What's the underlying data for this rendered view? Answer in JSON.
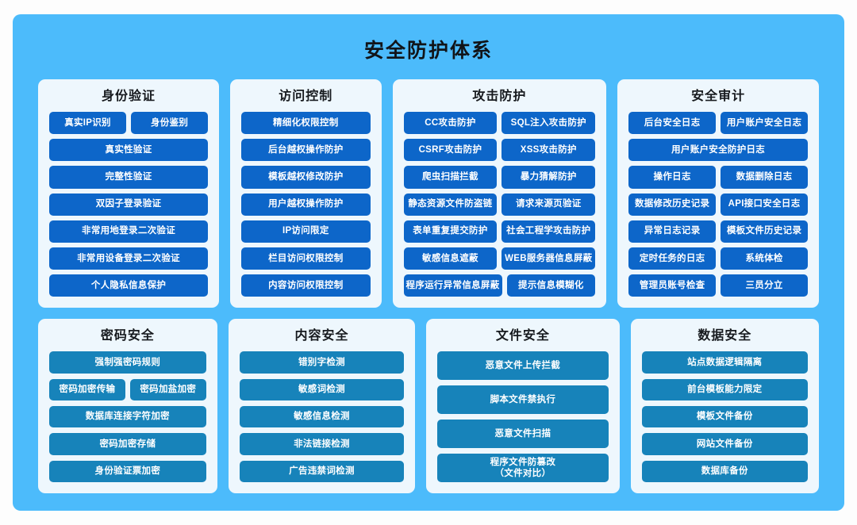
{
  "title": "安全防护体系",
  "colors": {
    "board_background": "#4cbbfb",
    "card_background": "#eef7fd",
    "pill_blue": "#0d66c9",
    "pill_teal": "#1783ba",
    "title_text": "#16191d",
    "pill_text": "#ffffff",
    "page_background": "#fdfdfd"
  },
  "rows": [
    {
      "cards": [
        {
          "title": "身份验证",
          "accent": "blue",
          "rows": [
            [
              "真实IP识别",
              "身份鉴别"
            ],
            [
              "真实性验证"
            ],
            [
              "完整性验证"
            ],
            [
              "双因子登录验证"
            ],
            [
              "非常用地登录二次验证"
            ],
            [
              "非常用设备登录二次验证"
            ],
            [
              "个人隐私信息保护"
            ]
          ]
        },
        {
          "title": "访问控制",
          "accent": "blue",
          "rows": [
            [
              "精细化权限控制"
            ],
            [
              "后台越权操作防护"
            ],
            [
              "模板越权修改防护"
            ],
            [
              "用户越权操作防护"
            ],
            [
              "IP访问限定"
            ],
            [
              "栏目访问权限控制"
            ],
            [
              "内容访问权限控制"
            ]
          ]
        },
        {
          "title": "攻击防护",
          "accent": "blue",
          "rows": [
            [
              "CC攻击防护",
              "SQL注入攻击防护"
            ],
            [
              "CSRF攻击防护",
              "XSS攻击防护"
            ],
            [
              "爬虫扫描拦截",
              "暴力猜解防护"
            ],
            [
              "静态资源文件防盗链",
              "请求来源页验证"
            ],
            [
              "表单重复提交防护",
              "社会工程学攻击防护"
            ],
            [
              "敏感信息遮蔽",
              "WEB服务器信息屏蔽"
            ],
            [
              "程序运行异常信息屏蔽",
              "提示信息模糊化"
            ]
          ]
        },
        {
          "title": "安全审计",
          "accent": "blue",
          "rows": [
            [
              "后台安全日志",
              "用户账户安全日志"
            ],
            [
              "用户账户安全防护日志"
            ],
            [
              "操作日志",
              "数据删除日志"
            ],
            [
              "数据修改历史记录",
              "API接口安全日志"
            ],
            [
              "异常日志记录",
              "模板文件历史记录"
            ],
            [
              "定时任务的日志",
              "系统体检"
            ],
            [
              "管理员账号检查",
              "三员分立"
            ]
          ]
        }
      ]
    },
    {
      "cards": [
        {
          "title": "密码安全",
          "accent": "teal",
          "rows": [
            [
              "强制强密码规则"
            ],
            [
              "密码加密传输",
              "密码加盐加密"
            ],
            [
              "数据库连接字符加密"
            ],
            [
              "密码加密存储"
            ],
            [
              "身份验证票加密"
            ]
          ]
        },
        {
          "title": "内容安全",
          "accent": "teal",
          "rows": [
            [
              "错别字检测"
            ],
            [
              "敏感词检测"
            ],
            [
              "敏感信息检测"
            ],
            [
              "非法链接检测"
            ],
            [
              "广告违禁词检测"
            ]
          ]
        },
        {
          "title": "文件安全",
          "accent": "teal",
          "rows": [
            [
              "恶意文件上传拦截"
            ],
            [
              "脚本文件禁执行"
            ],
            [
              "恶意文件扫描"
            ],
            [
              "程序文件防篡改\n（文件对比）"
            ]
          ]
        },
        {
          "title": "数据安全",
          "accent": "teal",
          "rows": [
            [
              "站点数据逻辑隔离"
            ],
            [
              "前台模板能力限定"
            ],
            [
              "模板文件备份"
            ],
            [
              "网站文件备份"
            ],
            [
              "数据库备份"
            ]
          ]
        }
      ]
    }
  ]
}
